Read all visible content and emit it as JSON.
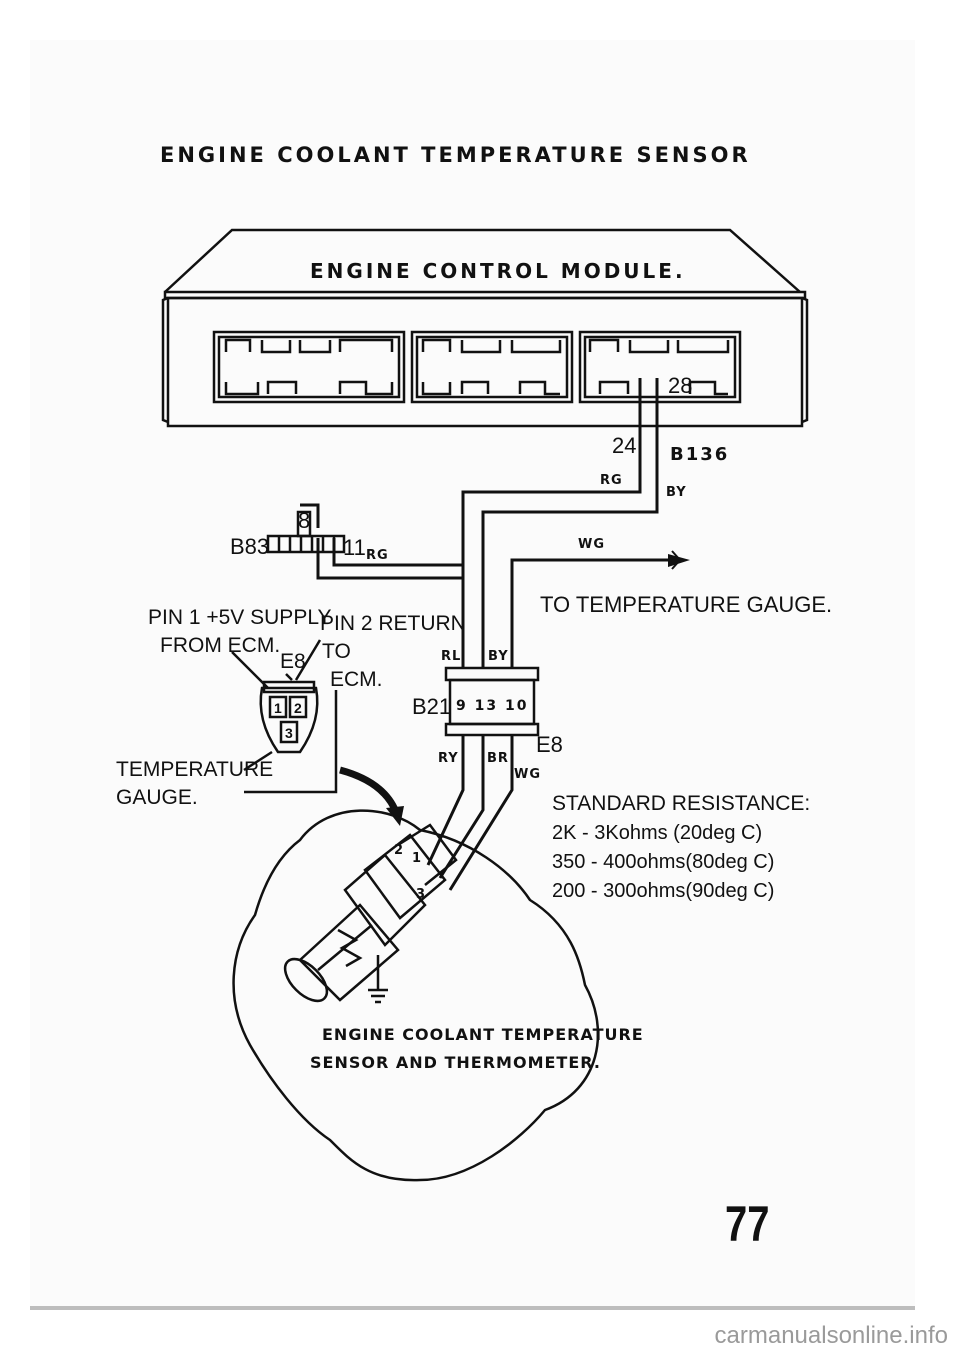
{
  "title": "ENGINE COOLANT TEMPERATURE SENSOR",
  "ecm": {
    "label": "ENGINE CONTROL MODULE.",
    "pin_a": "28",
    "pin_b": "24",
    "connector": "B136"
  },
  "wires": {
    "rg_top": "RG",
    "by_top": "BY",
    "rg_b83": "RG",
    "wg_top": "WG",
    "rl": "RL",
    "by_mid": "BY",
    "ry": "RY",
    "br": "BR",
    "wg_bot": "WG"
  },
  "b83": {
    "label": "B83",
    "pin_top": "8",
    "pin_side": "11"
  },
  "gauge_arrow_label": "TO TEMPERATURE GAUGE.",
  "pin1": {
    "line1": "PIN 1 +5V SUPPLY",
    "line2": "FROM ECM."
  },
  "pin2": {
    "line1": "PIN 2 RETURN",
    "line2": "TO",
    "line3": "ECM."
  },
  "e8_top": "E8",
  "e8_plug_pins": [
    "1",
    "2",
    "3"
  ],
  "b21": {
    "label": "B21",
    "pins": "9 13 10"
  },
  "e8_side": "E8",
  "temp_gauge": {
    "line1": "TEMPERATURE",
    "line2": "GAUGE."
  },
  "resistance": {
    "heading": "STANDARD RESISTANCE:",
    "rows": [
      "2K - 3Kohms (20deg C)",
      "350 - 400ohms(80deg C)",
      "200 - 300ohms(90deg C)"
    ]
  },
  "sensor_pins": [
    "2",
    "1",
    "3"
  ],
  "sensor_caption": {
    "line1": "ENGINE COOLANT TEMPERATURE",
    "line2": "SENSOR AND THERMOMETER."
  },
  "page_number": "77",
  "watermark": "carmanualsonline.info"
}
